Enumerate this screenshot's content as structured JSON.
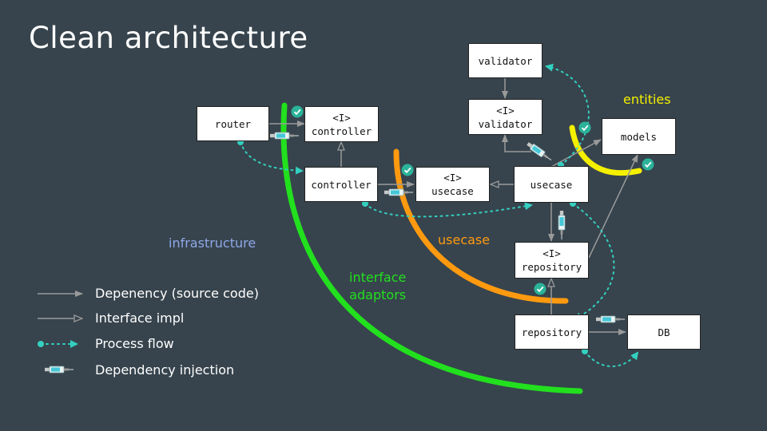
{
  "title": "Clean architecture",
  "layers": {
    "infrastructure": "infrastructure",
    "interface_adaptors_line1": "interface",
    "interface_adaptors_line2": "adaptors",
    "usecase": "usecase",
    "entities": "entities"
  },
  "boxes": {
    "router": "router",
    "i_controller_line1": "<I>",
    "i_controller_line2": "controller",
    "controller": "controller",
    "i_usecase_line1": "<I>",
    "i_usecase_line2": "usecase",
    "usecase": "usecase",
    "validator": "validator",
    "i_validator_line1": "<I>",
    "i_validator_line2": "validator",
    "models": "models",
    "i_repository_line1": "<I>",
    "i_repository_line2": "repository",
    "repository": "repository",
    "db": "DB"
  },
  "legend": [
    {
      "label": "Depenency (source code)"
    },
    {
      "label": "Interface impl"
    },
    {
      "label": "Process flow"
    },
    {
      "label": "Dependency injection"
    }
  ],
  "colors": {
    "background": "#37444d",
    "infrastructure": "#8fa8e8",
    "interface_adaptors": "#22e01e",
    "usecase": "#ff9a10",
    "entities": "#f5f000",
    "arrow": "#9a9a9a",
    "flow": "#33d0c0",
    "check": "#2bb39a"
  },
  "icons": [
    "check-icon",
    "syringe-icon",
    "arrow-icon",
    "triangle-arrow-icon",
    "dot-arrow-icon"
  ]
}
